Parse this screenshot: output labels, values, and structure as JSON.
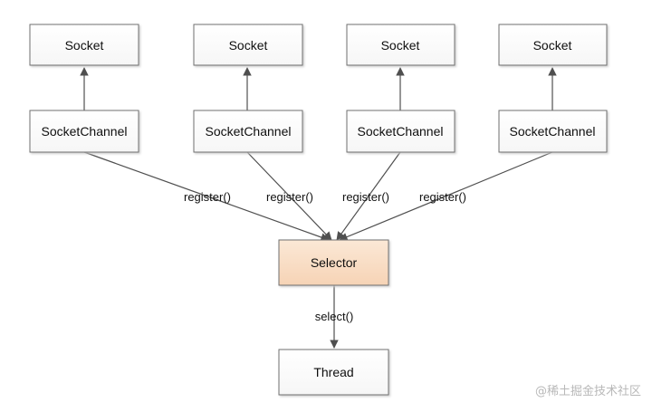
{
  "diagram": {
    "sockets": [
      {
        "label": "Socket"
      },
      {
        "label": "Socket"
      },
      {
        "label": "Socket"
      },
      {
        "label": "Socket"
      }
    ],
    "channels": [
      {
        "label": "SocketChannel"
      },
      {
        "label": "SocketChannel"
      },
      {
        "label": "SocketChannel"
      },
      {
        "label": "SocketChannel"
      }
    ],
    "register_labels": [
      "register()",
      "register()",
      "register()",
      "register()"
    ],
    "selector": {
      "label": "Selector",
      "fill": "#f8ddc4"
    },
    "select_label": "select()",
    "thread": {
      "label": "Thread"
    },
    "box_fill": "#ffffff",
    "box_border": "#6f6f6f",
    "line_color": "#4f4f4f",
    "watermark": "@稀土掘金技术社区"
  }
}
